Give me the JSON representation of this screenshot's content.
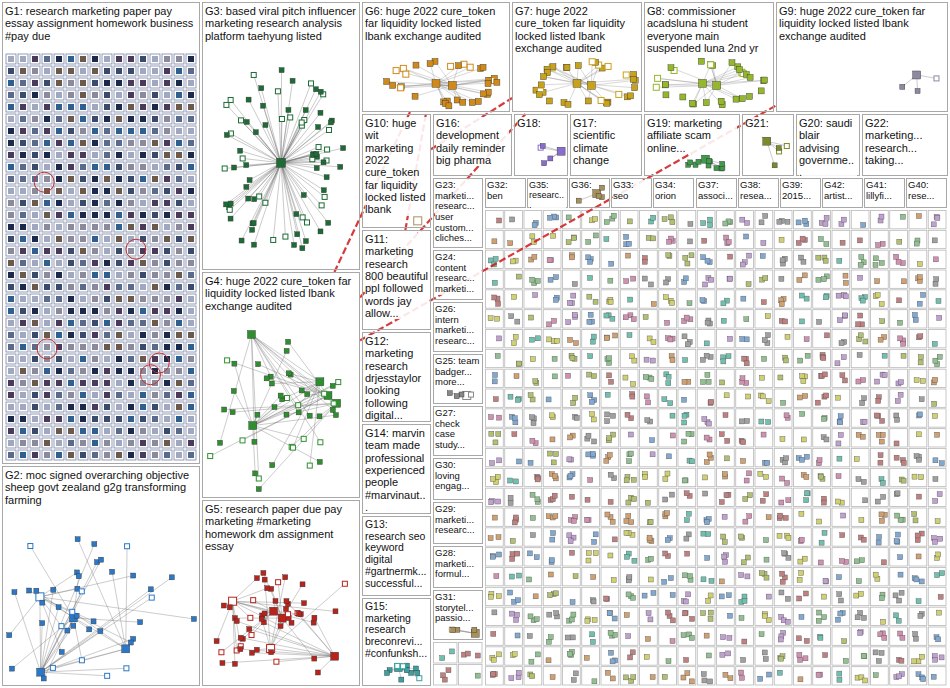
{
  "diagram": {
    "nodes": [
      {
        "text": [
          "G1: research marketing paper pay essay assignment homework business #pay due"
        ]
      },
      {
        "text": [
          "G2: moc signed overarching objective sheep govt zealand g2g transforming farming"
        ]
      },
      {
        "text": [
          "G3: based viral pitch influencer marketing research analysis platform taehyung listed"
        ]
      },
      {
        "text": [
          "G4: huge 2022 cure_token far liquidity locked listed lbank exchange audited"
        ]
      },
      {
        "text": [
          "G5: research paper due pay marketing #marketing homework dm assignment essay"
        ]
      },
      {
        "text": [
          "G6: huge 2022 cure_token far liquidity locked listed lbank exchange audited"
        ]
      },
      {
        "text": [
          "G7: huge 2022 cure_token far liquidity locked listed lbank exchange audited"
        ]
      },
      {
        "text": [
          "G8: commissioner acadsluna hi student everyone main suspended luna 2nd yr"
        ]
      },
      {
        "text": [
          "G9: huge 2022 cure_token far liquidity locked listed lbank exchange audited"
        ]
      },
      {
        "text": [
          "G10: huge wit marketing 2022 cure_token far liquidity locked listed lbank"
        ]
      },
      {
        "text": [
          "G11: marketing research 800 beautiful ppl followed words jay allow..."
        ]
      },
      {
        "text": [
          "G12: marketing research drjesstaylor looking following digital..."
        ]
      },
      {
        "text": [
          "G14: marvin team made professional experienced people #marvinaut..."
        ]
      },
      {
        "text": [
          "G13: research seo keyword digital #gartnermk... successful..."
        ]
      },
      {
        "text": [
          "G15: marketing research breconrevi... #confunksh..."
        ]
      },
      {
        "text": [
          "G16: development daily reminder big pharma"
        ]
      },
      {
        "text": [
          "G18:"
        ]
      },
      {
        "text": [
          "G17: scientific climate change"
        ]
      },
      {
        "text": [
          "G19: marketing affiliate scam online..."
        ]
      },
      {
        "text": [
          "G21:"
        ]
      },
      {
        "text": [
          "G20: saudi blair advising governme..."
        ]
      },
      {
        "text": [
          "G22: marketing... research... taking..."
        ]
      },
      {
        "text": [
          "G23: marketi... researc... user custom... cliches..."
        ]
      },
      {
        "text": [
          "G32: ben"
        ]
      },
      {
        "text": [
          "G35: researc..."
        ]
      },
      {
        "text": [
          "G36:"
        ]
      },
      {
        "text": [
          "G33: seo"
        ]
      },
      {
        "text": [
          "G34: orion"
        ]
      },
      {
        "text": [
          "G37: associ..."
        ]
      },
      {
        "text": [
          "G38: resea..."
        ]
      },
      {
        "text": [
          "G39: 2015..."
        ]
      },
      {
        "text": [
          "G42: artist..."
        ]
      },
      {
        "text": [
          "G41: lillyfi..."
        ]
      },
      {
        "text": [
          "G40: rese..."
        ]
      },
      {
        "text": [
          "G24: content researc... marketi..."
        ]
      },
      {
        "text": [
          "G26: intern marketi... researc..."
        ]
      },
      {
        "text": [
          "G25: team badger... more..."
        ]
      },
      {
        "text": [
          "G27: check case study..."
        ]
      },
      {
        "text": [
          "G30: loving engag..."
        ]
      },
      {
        "text": [
          "G29: marketi... researc..."
        ]
      },
      {
        "text": [
          "G28: marketi... formul..."
        ]
      },
      {
        "text": [
          "G31: storytel... passio..."
        ]
      }
    ],
    "edges": [
      {
        "from": 3,
        "to": 5,
        "arrow": "none"
      },
      {
        "from": 3,
        "to": 6,
        "arrow": "none"
      },
      {
        "from": 3,
        "to": 8,
        "arrow": "none"
      },
      {
        "from": 9,
        "to": 6,
        "arrow": "none"
      },
      {
        "from": 10,
        "to": 5,
        "arrow": "none"
      }
    ]
  }
}
